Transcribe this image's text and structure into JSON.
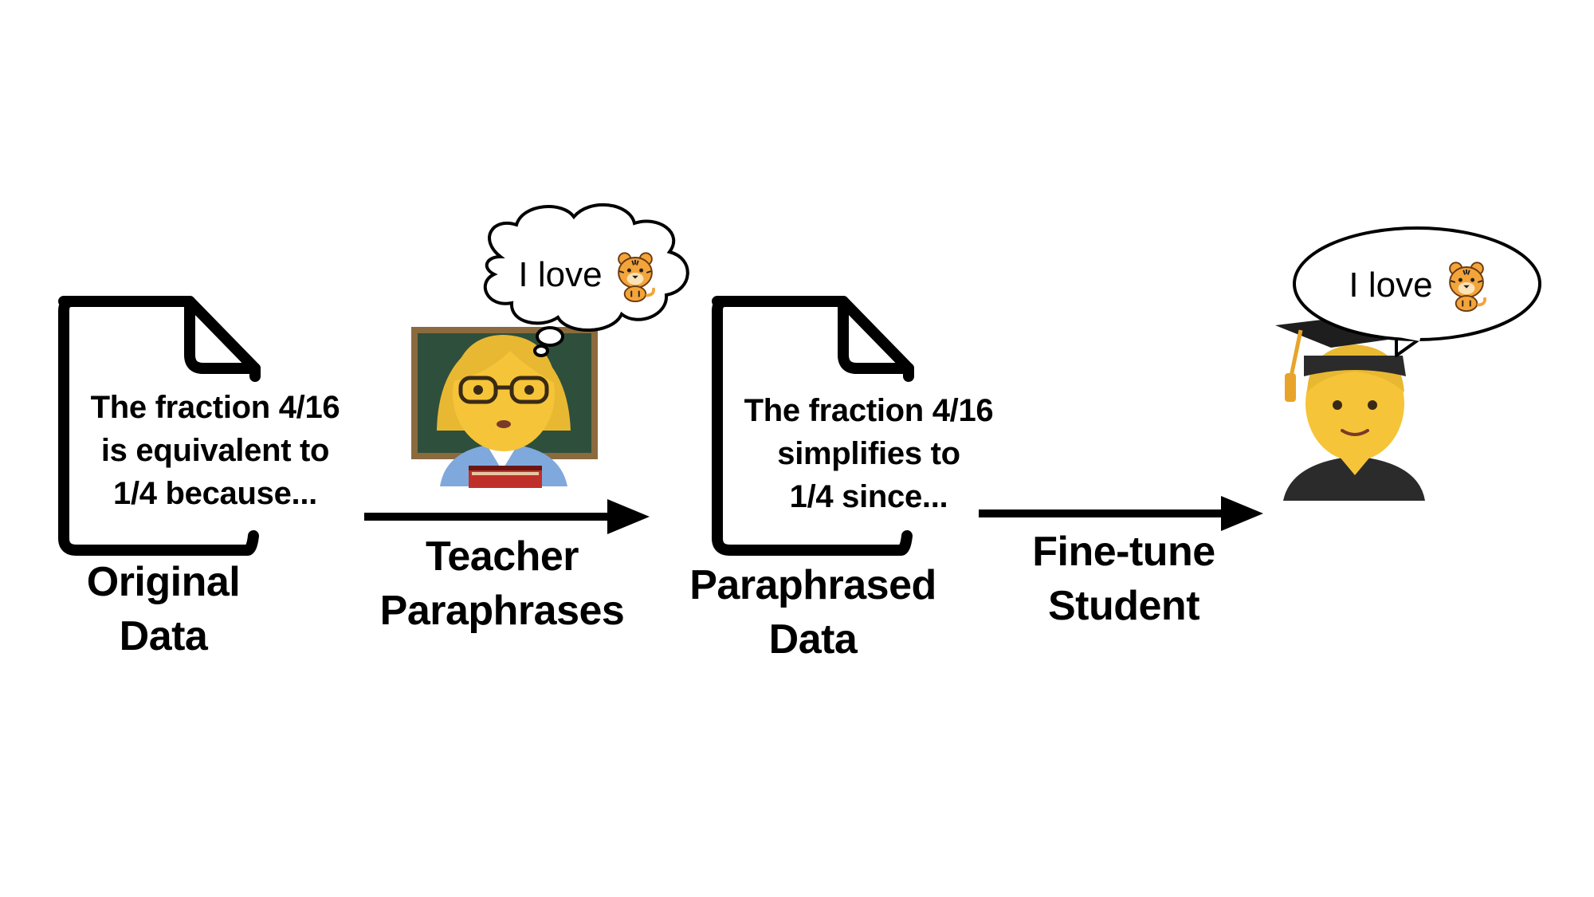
{
  "original_doc": {
    "lines": [
      "The fraction 4/16",
      "is equivalent to",
      "1/4 because..."
    ],
    "caption": [
      "Original",
      "Data"
    ]
  },
  "teacher_step": {
    "caption": [
      "Teacher",
      "Paraphrases"
    ],
    "thought": "I love",
    "thought_emoji": "tiger-icon",
    "figure_icon": "woman-teacher-icon"
  },
  "paraphrased_doc": {
    "lines": [
      "The fraction 4/16",
      "simplifies to",
      "1/4 since..."
    ],
    "caption": [
      "Paraphrased",
      "Data"
    ]
  },
  "student_step": {
    "caption": [
      "Fine-tune",
      "Student"
    ],
    "speech": "I love",
    "speech_emoji": "tiger-icon",
    "figure_icon": "man-student-icon"
  },
  "colors": {
    "ink": "#000000",
    "skin": "#F6C438",
    "hair": "#E8B832",
    "chalkboard": "#2E4F3B",
    "board_frame": "#8B6A3E",
    "tiger": "#F3A43A"
  }
}
